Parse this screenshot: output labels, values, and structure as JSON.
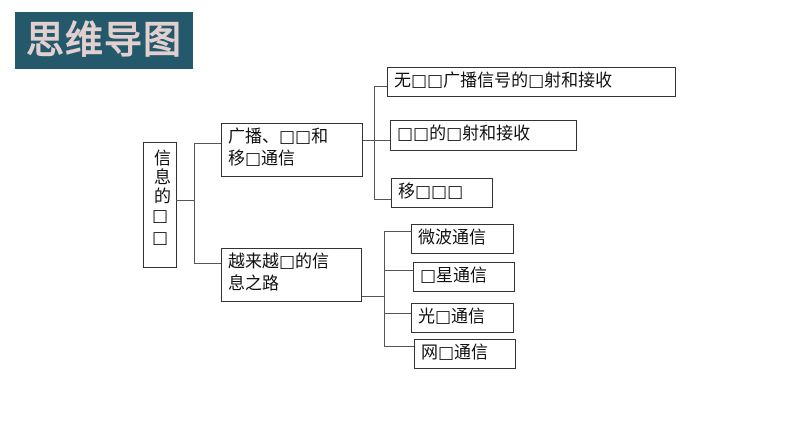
{
  "title": "思维导图",
  "root": "信息的□□",
  "branches": [
    {
      "label_line1": "广播、□□和",
      "label_line2": "移□通信",
      "children": [
        "无□□广播信号的□射和接收",
        "□□的□射和接收",
        "移□□□"
      ]
    },
    {
      "label_line1": "越来越□的信",
      "label_line2": "息之路",
      "children": [
        "微波通信",
        "□星通信",
        "光□通信",
        "网□通信"
      ]
    }
  ]
}
